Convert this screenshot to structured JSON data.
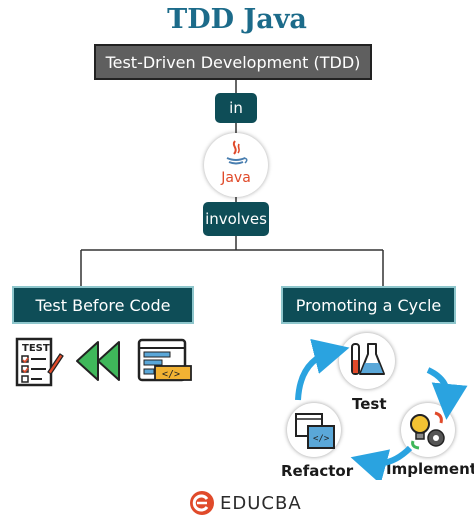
{
  "title": "TDD Java",
  "banner": "Test-Driven Development (TDD)",
  "connectors": {
    "in": "in",
    "involves": "involves"
  },
  "java_logo_text": "Java",
  "categories": {
    "left": "Test Before Code",
    "right": "Promoting a Cycle"
  },
  "test_sheet_text": "TEST",
  "cycle": {
    "test": "Test",
    "implement": "Implement",
    "refactor": "Refactor"
  },
  "footer": {
    "brand": "EDUCBA"
  },
  "colors": {
    "title": "#1c6b8a",
    "banner_bg": "#5f5f5f",
    "teal": "#0e4d57",
    "arrow_blue": "#2aa3e0",
    "java_red": "#e04a2a"
  }
}
